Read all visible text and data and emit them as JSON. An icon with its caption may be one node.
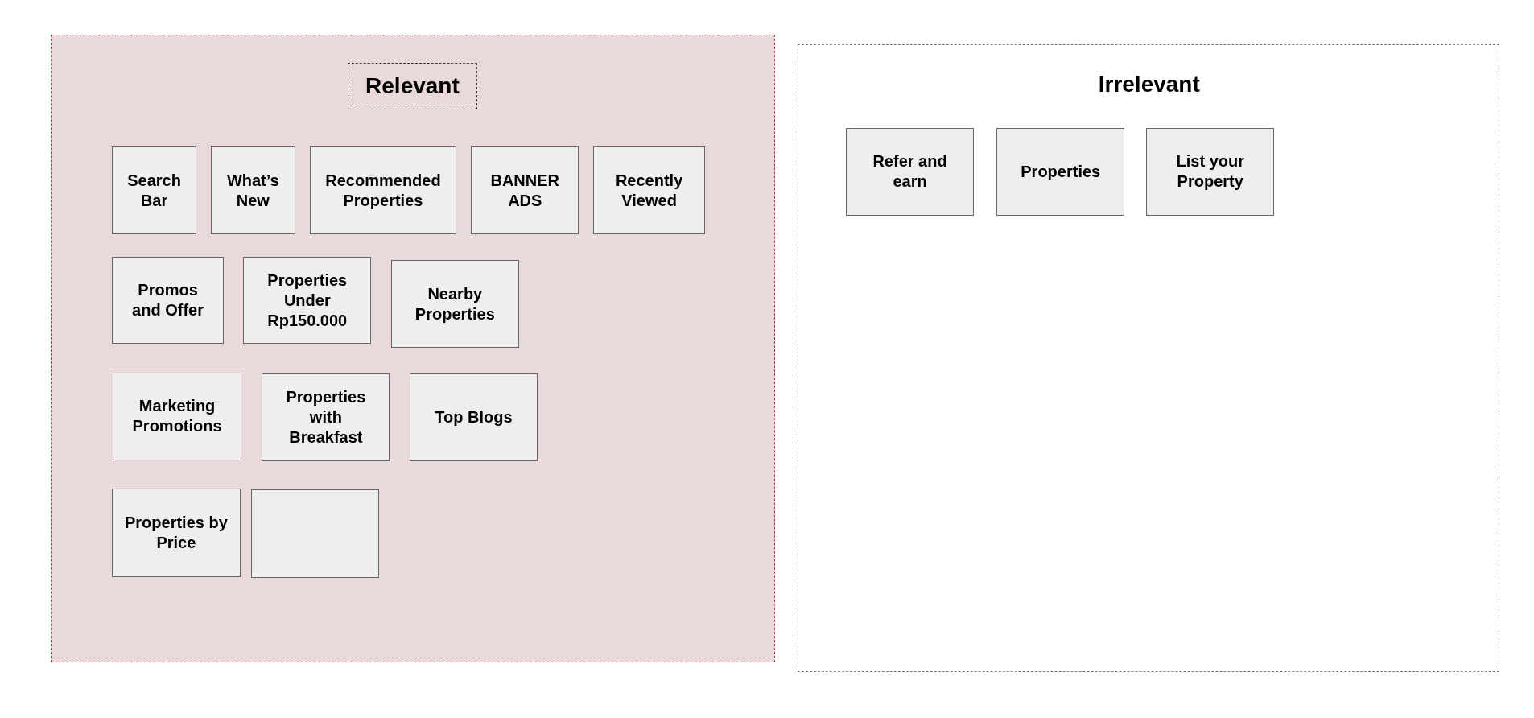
{
  "diagram": {
    "nodes": [
      {
        "text": [
          "Relevant"
        ]
      },
      {
        "text": [
          "Search Bar"
        ],
        "in": 0
      },
      {
        "text": [
          "What’s New"
        ],
        "in": 0
      },
      {
        "text": [
          "Recommended Properties"
        ],
        "in": 0
      },
      {
        "text": [
          "BANNER ADS"
        ],
        "in": 0
      },
      {
        "text": [
          "Recently Viewed"
        ],
        "in": 0
      },
      {
        "text": [
          "Promos and Offer"
        ],
        "in": 0
      },
      {
        "text": [
          "Properties Under Rp150.000"
        ],
        "in": 0
      },
      {
        "text": [
          "Nearby Properties"
        ],
        "in": 0
      },
      {
        "text": [
          "Marketing Promotions"
        ],
        "in": 0
      },
      {
        "text": [
          "Properties with Breakfast"
        ],
        "in": 0
      },
      {
        "text": [
          "Top Blogs"
        ],
        "in": 0
      },
      {
        "text": [
          "Properties by Price"
        ],
        "in": 0
      },
      {
        "text": [],
        "shape": "box",
        "in": 0
      },
      {
        "text": [
          "Irrelevant"
        ]
      },
      {
        "text": [
          "Refer and earn"
        ],
        "in": 14
      },
      {
        "text": [
          "Properties"
        ],
        "in": 14
      },
      {
        "text": [
          "List your Property"
        ],
        "in": 14
      }
    ],
    "edges": []
  }
}
